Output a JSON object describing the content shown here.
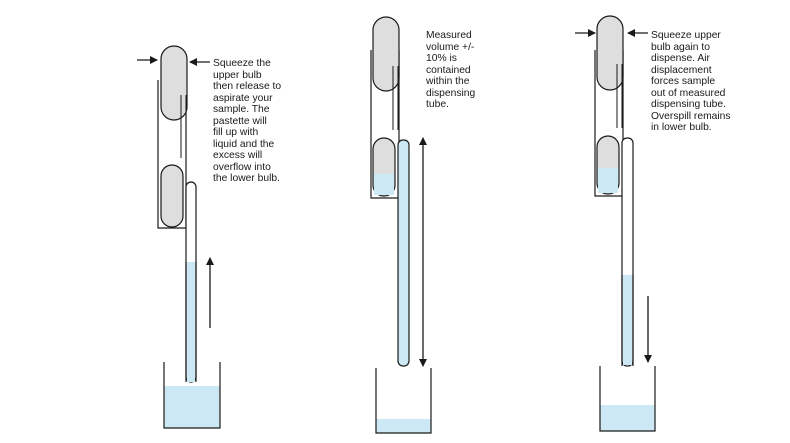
{
  "steps": [
    {
      "caption": "Squeeze the\nupper bulb\nthen release to\naspirate your\nsample. The\npastette will\nfill up with\nliquid and the\nexcess will\noverflow into\nthe lower bulb."
    },
    {
      "caption": "Measured\nvolume +/-\n10% is\ncontained\nwithin the\ndispensing\ntube."
    },
    {
      "caption": "Squeeze upper\nbulb again to\ndispense. Air\ndisplacement\nforces sample\nout of measured\ndispensing tube.\nOverspill remains\nin lower bulb."
    }
  ],
  "colors": {
    "liquid": "#cce8f4",
    "bulb_fill": "#dedede",
    "outline": "#1a1a1a"
  }
}
